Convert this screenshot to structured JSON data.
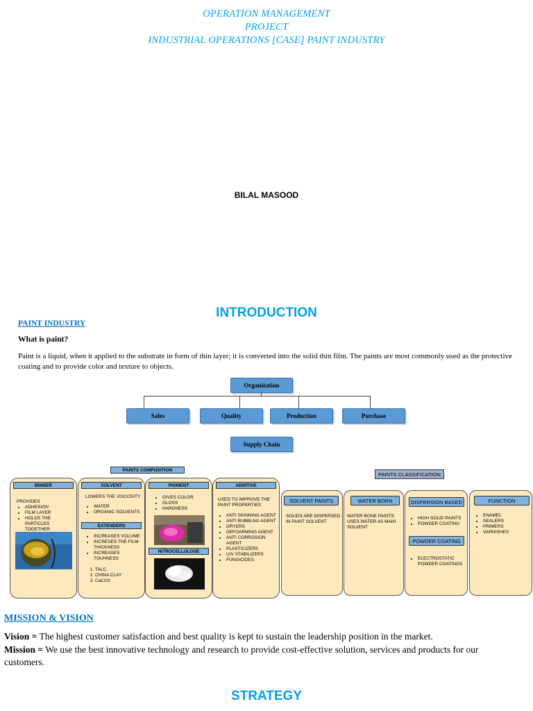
{
  "header": {
    "line1": "OPERATION MANAGEMENT",
    "line2": "PROJECT",
    "line3": "INDUSTRIAL OPERATIONS [CASE] PAINT INDUSTRY"
  },
  "author": "BILAL MASOOD",
  "introduction": {
    "heading": "INTRODUCTION",
    "section_link": "PAINT INDUSTRY",
    "question": "What is paint?",
    "paragraph": "Paint is a liquid, when it applied to the substrate in form of thin layer; it is converted into the solid thin film. The paints are most commonly used as the protective coating and to provide color and texture to objects."
  },
  "org_chart": {
    "root": "Organization",
    "children": [
      "Sales",
      "Quality",
      "Production",
      "Purchase"
    ],
    "supply_chain": "Supply Chain"
  },
  "composition": {
    "title": "PAINTS COMPOSITION",
    "binder": {
      "title": "BINDER",
      "intro": "PROVIDES",
      "items": [
        "ADHESION",
        "FILM LAYER",
        "HOLDS THE PARTICLES TOGETHER"
      ]
    },
    "solvent": {
      "title": "SOLVENT",
      "intro": "LOWERS THE VISCOSITY",
      "items": [
        "WATER",
        "ORGANIC SOLVENTS"
      ],
      "extenders_title": "EXTENDERS",
      "extenders_items": [
        "INCREASES VOLUME",
        "INCRESES THE FILM THICKNESS",
        "INCREASES TOUHNESS"
      ],
      "numbered": [
        "TALC",
        "CHINA CLAY",
        "CaCO3"
      ]
    },
    "pigment": {
      "title": "PIGMENT",
      "items": [
        "GIVES COLOR",
        "GLOSS",
        "HARDNESS"
      ],
      "nitro_title": "NITROCELLULOSE"
    },
    "additive": {
      "title": "ADDITIVE",
      "intro": "USED TO IMPROVE THE PAINT PROPERTIES",
      "items": [
        "ANTI SKINNING AGENT",
        "ANTI BUBBLNG AGENT",
        "DRYERS",
        "DEFOARMING AGENT",
        "ANTI CORROSION AGENT",
        "PLASTICIZERS",
        "U/V STABILIZERS",
        "FUNGICIDES"
      ]
    }
  },
  "classification": {
    "title": "PAINTS CLASSIFICATION",
    "solvent_paints": {
      "title": "SOLVENT PAINTS",
      "text": "SOLIDS ARE DISPERSED IN PAINT SOLVENT"
    },
    "water_born": {
      "title": "WATER BORN",
      "text": "WATER BONE PAINTS USES WATER AS MAIN SOLVENT"
    },
    "dispersion": {
      "title": "DISPERSION BASED",
      "items": [
        "HIGH SOLID PAINTS",
        "POWDER COATING"
      ],
      "powder_title": "POWDER COATING",
      "powder_items": [
        "ELECTROSTATIC POWDER COATINGS"
      ]
    },
    "function": {
      "title": "FUNCTION",
      "items": [
        "ENAMEL",
        "SEALERS",
        "PRIMERS",
        "VARNISHES"
      ]
    }
  },
  "mission_vision": {
    "heading": "MISSION & VISION",
    "vision_label": "Vision =",
    "vision_text": " The highest customer satisfaction and best quality is kept to sustain the leadership position in the market.",
    "mission_label": "Mission =",
    "mission_text": " We use the best innovative technology and research to provide cost-effective solution, services and products for our customers."
  },
  "strategy": {
    "heading": "STRATEGY"
  },
  "colors": {
    "accent": "#00a0e8",
    "link": "#0070c0",
    "box_blue": "#5b9bd5",
    "panel": "#fde9bd"
  }
}
